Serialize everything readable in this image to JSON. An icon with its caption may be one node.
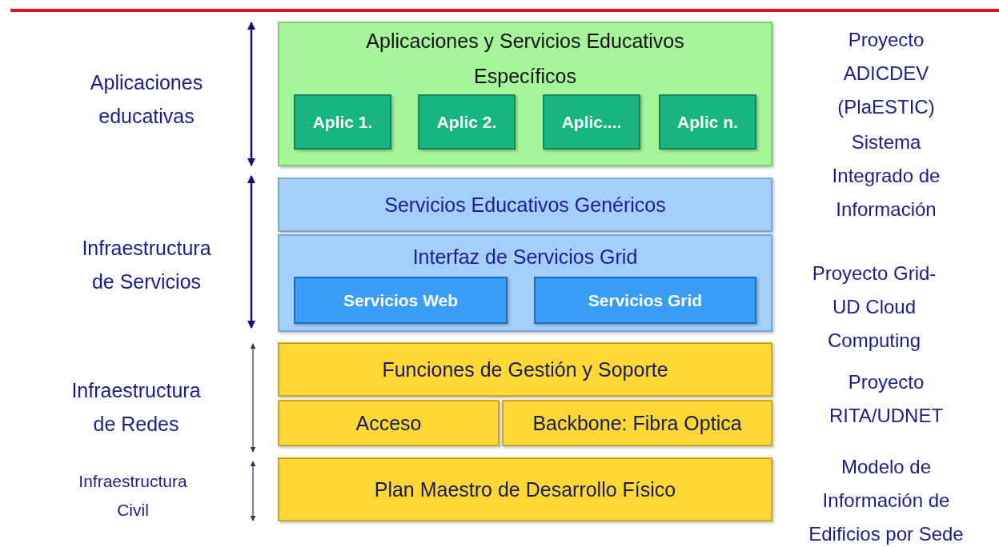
{
  "diagram": {
    "nodes": [
      {
        "text": [
          "Aplicaciones y Servicios Educativos Específicos"
        ]
      },
      {
        "text": [
          "Aplic 1."
        ],
        "in": 0
      },
      {
        "text": [
          "Aplic 2."
        ],
        "in": 0
      },
      {
        "text": [
          "Aplic...."
        ],
        "in": 0
      },
      {
        "text": [
          "Aplic n."
        ],
        "in": 0
      },
      {
        "text": [
          "Servicios Educativos Genéricos"
        ]
      },
      {
        "text": [
          "Interfaz de Servicios Grid"
        ]
      },
      {
        "text": [
          "Servicios Web"
        ],
        "in": 6
      },
      {
        "text": [
          "Servicios Grid"
        ],
        "in": 6
      },
      {
        "text": [
          "Funciones de Gestión y Soporte"
        ]
      },
      {
        "text": [
          "Acceso"
        ]
      },
      {
        "text": [
          "Backbone: Fibra Optica"
        ]
      },
      {
        "text": [
          "Plan Maestro de Desarrollo Físico"
        ]
      }
    ],
    "labels": [
      "Aplicaciones educativas",
      "Proyecto ADICDEV (PlaESTIC)",
      "Sistema Integrado de Información",
      "Infraestructura de Servicios",
      "Proyecto Grid-UD Cloud Computing",
      "Infraestructura de Redes",
      "Proyecto RITA/UDNET",
      "Infraestructura Civil",
      "Modelo de Información de Edificios por Sede"
    ]
  }
}
